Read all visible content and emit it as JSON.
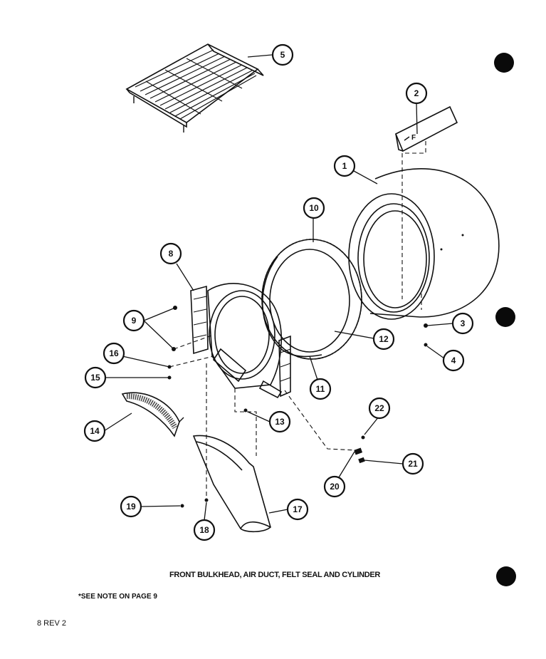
{
  "caption": "FRONT BULKHEAD, AIR DUCT, FELT SEAL AND CYLINDER",
  "note": "*SEE NOTE ON PAGE 9",
  "page_number": "8 REV 2",
  "part_label": "F",
  "callouts": [
    {
      "id": "1",
      "label": "1"
    },
    {
      "id": "2",
      "label": "2"
    },
    {
      "id": "3",
      "label": "3"
    },
    {
      "id": "4",
      "label": "4"
    },
    {
      "id": "5",
      "label": "5"
    },
    {
      "id": "8",
      "label": "8"
    },
    {
      "id": "9",
      "label": "9"
    },
    {
      "id": "10",
      "label": "10"
    },
    {
      "id": "11",
      "label": "11"
    },
    {
      "id": "12",
      "label": "12"
    },
    {
      "id": "13",
      "label": "13"
    },
    {
      "id": "14",
      "label": "14"
    },
    {
      "id": "15",
      "label": "15"
    },
    {
      "id": "16",
      "label": "16"
    },
    {
      "id": "17",
      "label": "17"
    },
    {
      "id": "18",
      "label": "18"
    },
    {
      "id": "19",
      "label": "19"
    },
    {
      "id": "20",
      "label": "20"
    },
    {
      "id": "21",
      "label": "21"
    },
    {
      "id": "22",
      "label": "22"
    }
  ]
}
